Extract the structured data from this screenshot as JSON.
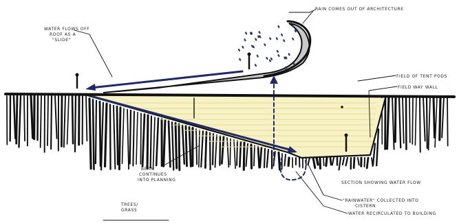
{
  "title": "",
  "annotations": {
    "rain_curl": "RAIN COMES OUT OF ARCHITECTURE",
    "left_plaza": [
      "WATER FLOWS OFF",
      "ROOF AS A",
      "\"SLIDE\""
    ],
    "tent_pods": "FIELD OF TENT PODS",
    "field_wall": "FIELD WAY WALL",
    "berm": [
      "BERM",
      "CONTINUES",
      "INTO PLANNING"
    ],
    "section": "SECTION SHOWING WATER FLOW",
    "rainwater": [
      "\"RAINWATER\" COLLECTED INTO",
      "CISTERN"
    ],
    "recirculated": "WATER RECIRCULATED TO BUILDING",
    "bottom_left": [
      "TREES/",
      "GRASS"
    ]
  },
  "colors": {
    "ink": "#111111",
    "water_arrow": "#1f2a66",
    "roof_fill": "#c9c9c9",
    "pool_fill": "#f7f1c6",
    "rain_drop": "#2a3470"
  }
}
